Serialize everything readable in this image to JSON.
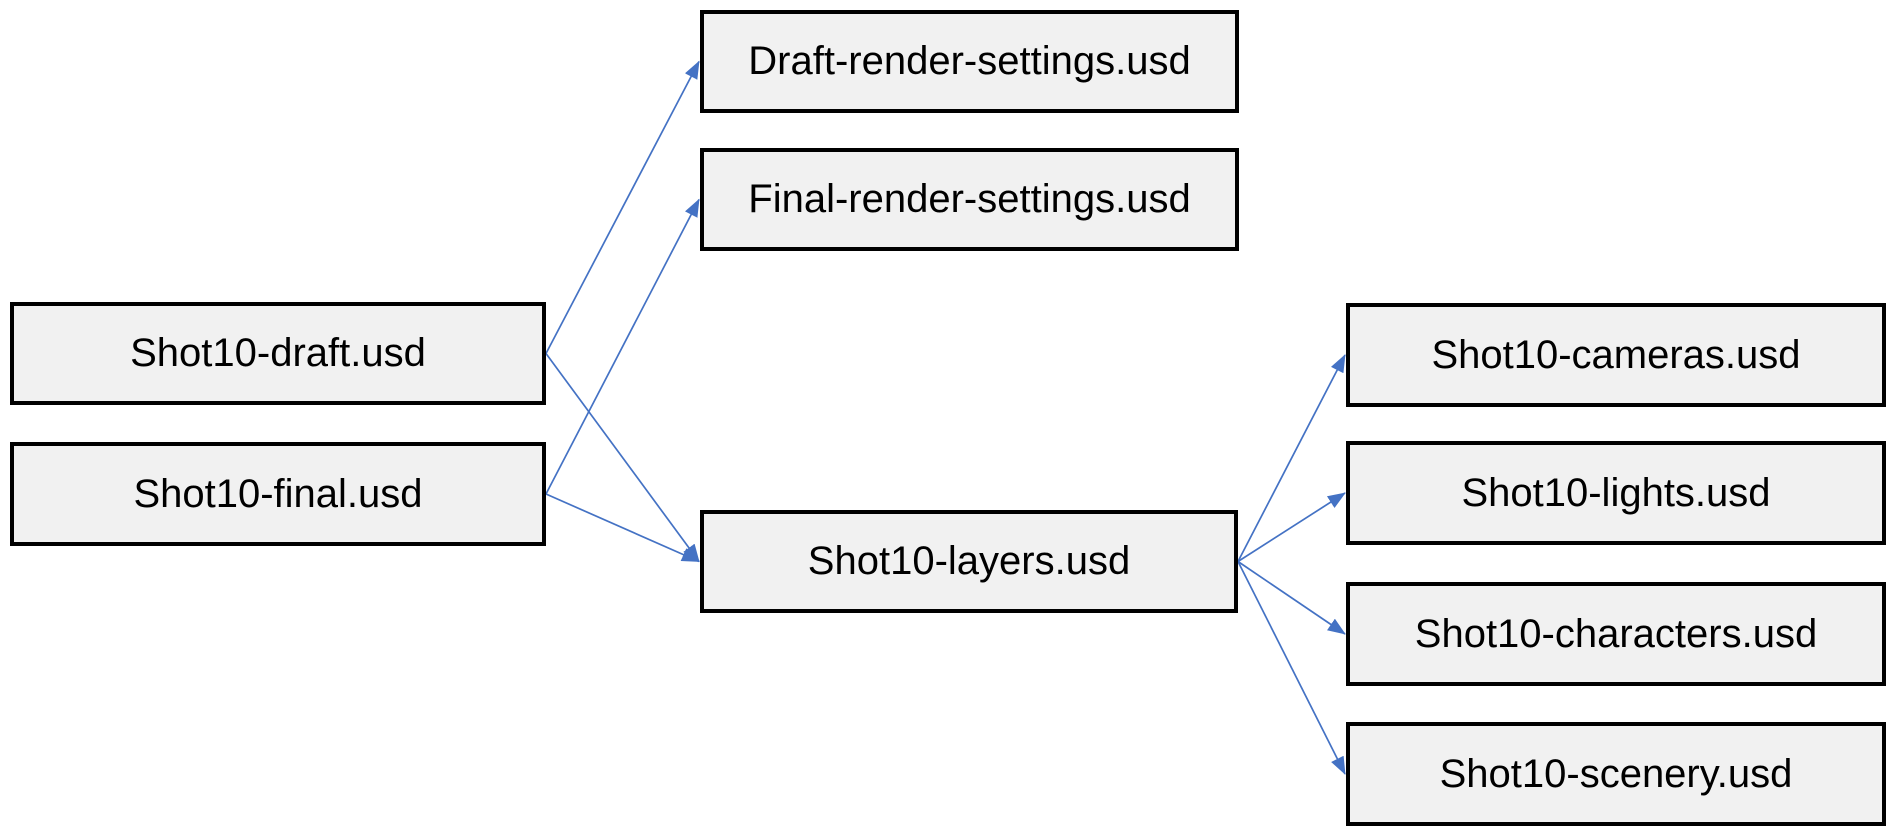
{
  "diagram": {
    "nodes": [
      {
        "id": "shot10-draft",
        "label": "Shot10-draft.usd"
      },
      {
        "id": "shot10-final",
        "label": "Shot10-final.usd"
      },
      {
        "id": "draft-render-settings",
        "label": "Draft-render-settings.usd"
      },
      {
        "id": "final-render-settings",
        "label": "Final-render-settings.usd"
      },
      {
        "id": "shot10-layers",
        "label": "Shot10-layers.usd"
      },
      {
        "id": "shot10-cameras",
        "label": "Shot10-cameras.usd"
      },
      {
        "id": "shot10-lights",
        "label": "Shot10-lights.usd"
      },
      {
        "id": "shot10-characters",
        "label": "Shot10-characters.usd"
      },
      {
        "id": "shot10-scenery",
        "label": "Shot10-scenery.usd"
      }
    ],
    "edges": [
      {
        "from": "shot10-draft",
        "to": "draft-render-settings"
      },
      {
        "from": "shot10-draft",
        "to": "shot10-layers"
      },
      {
        "from": "shot10-final",
        "to": "final-render-settings"
      },
      {
        "from": "shot10-final",
        "to": "shot10-layers"
      },
      {
        "from": "shot10-layers",
        "to": "shot10-cameras"
      },
      {
        "from": "shot10-layers",
        "to": "shot10-lights"
      },
      {
        "from": "shot10-layers",
        "to": "shot10-characters"
      },
      {
        "from": "shot10-layers",
        "to": "shot10-scenery"
      }
    ],
    "colors": {
      "arrow": "#4472C4",
      "box_fill": "#F1F1F1",
      "box_border": "#000000"
    }
  }
}
